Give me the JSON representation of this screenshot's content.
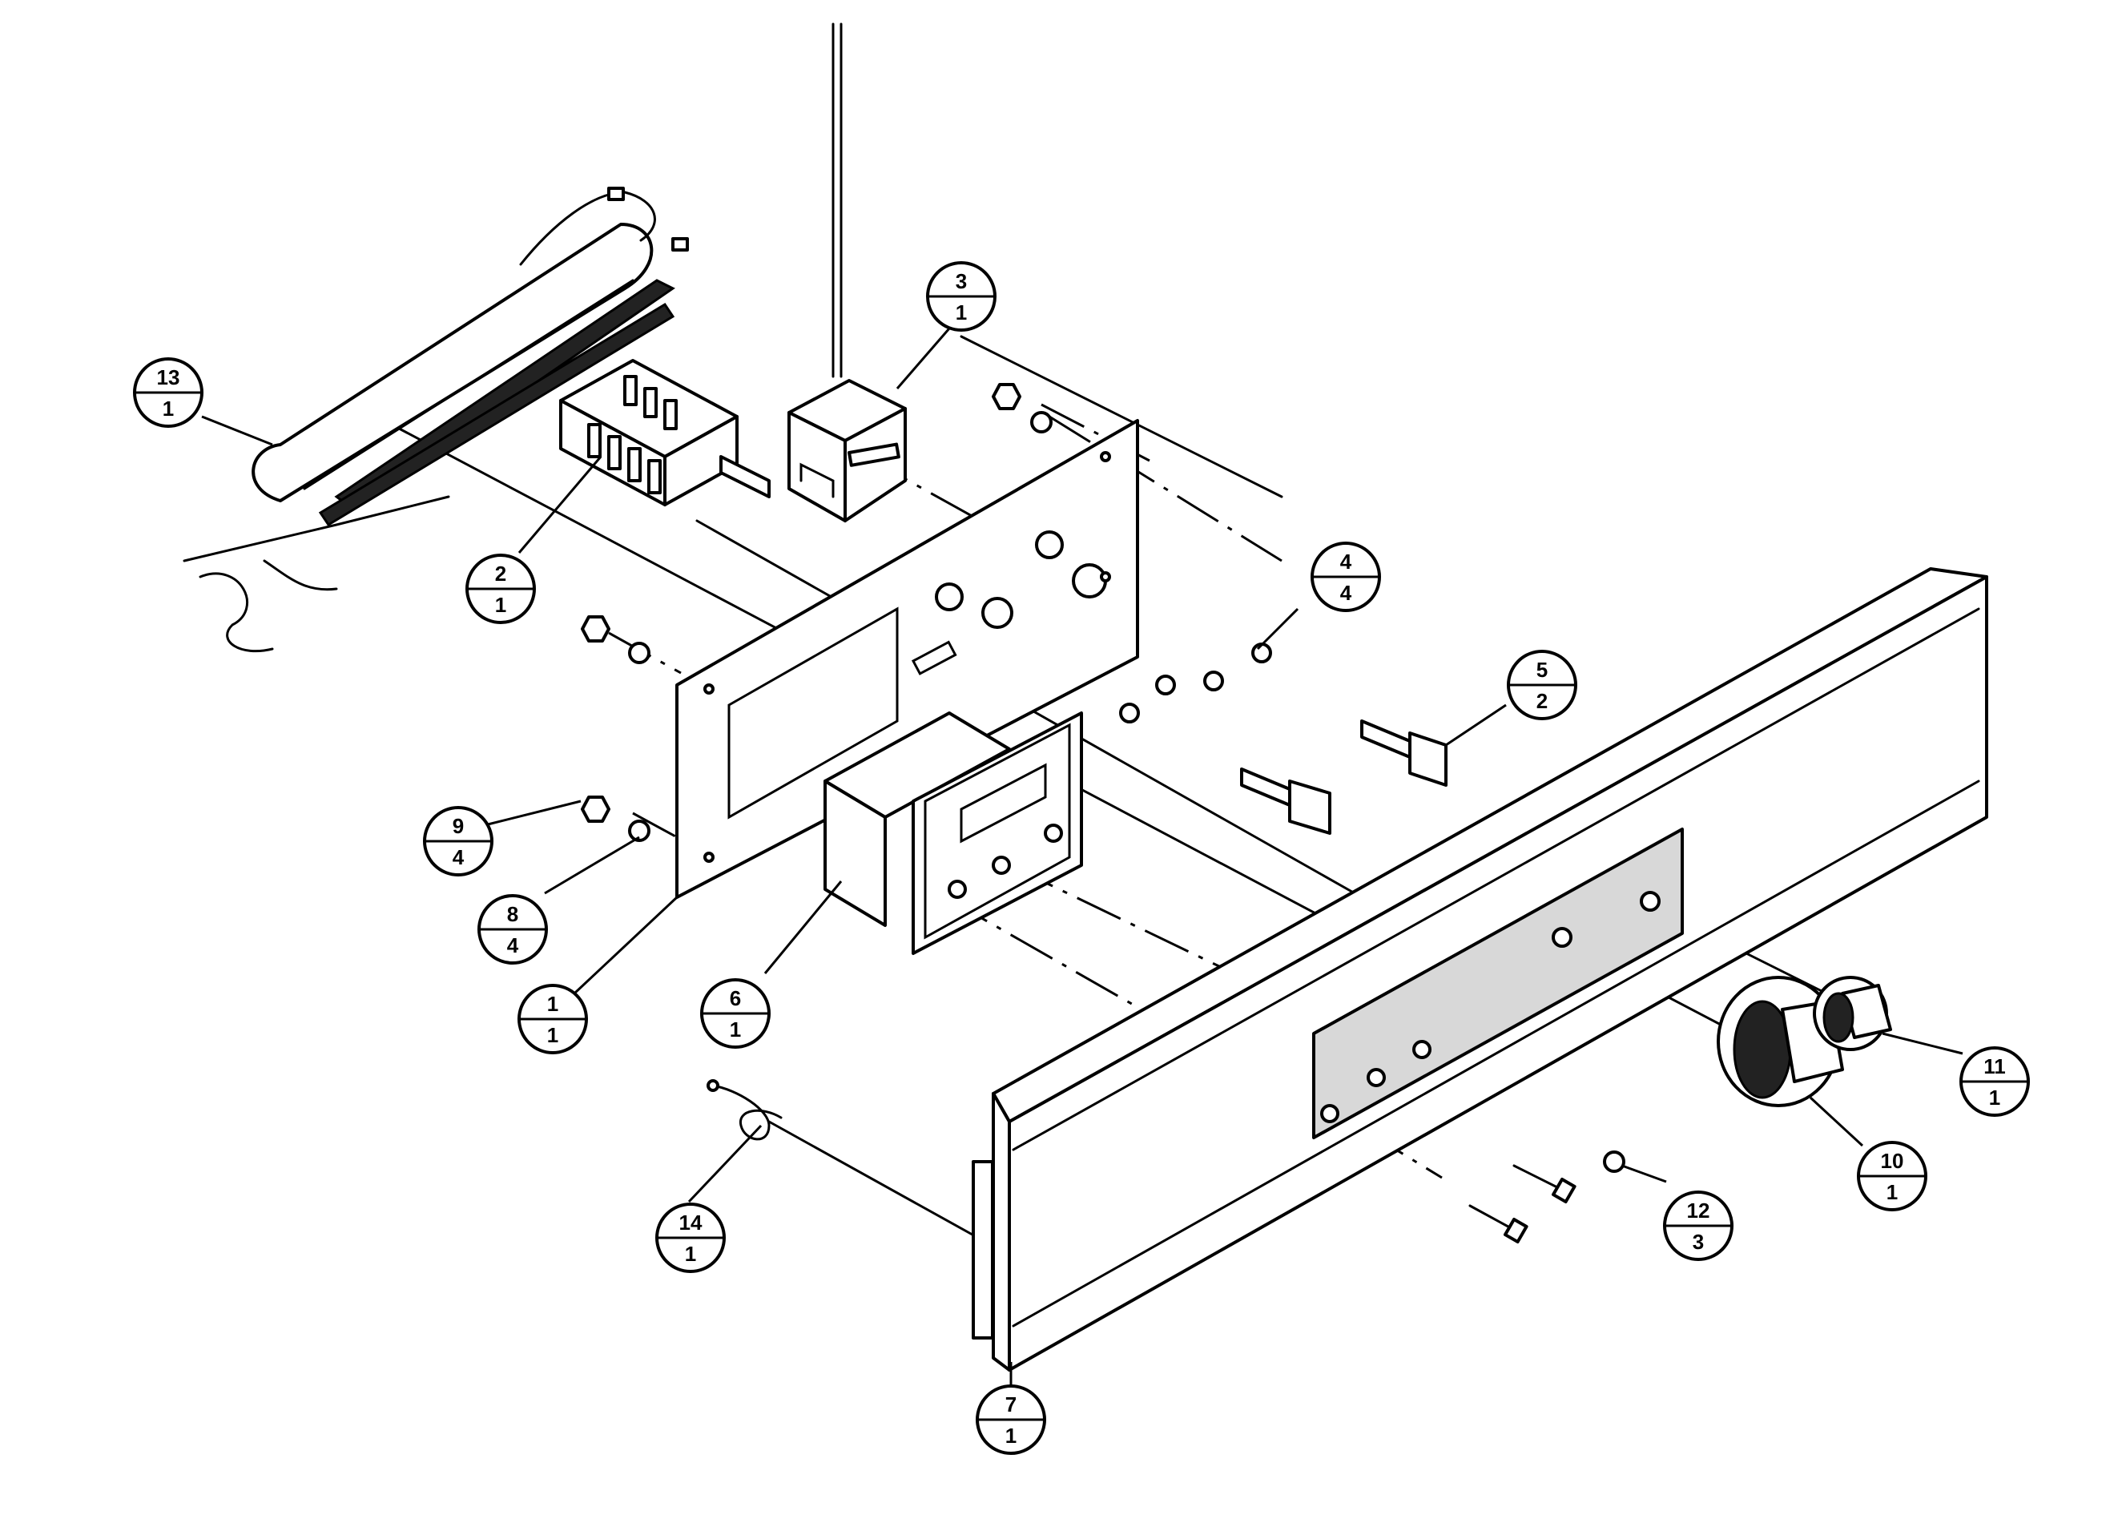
{
  "callouts": [
    {
      "id": "c13",
      "top": "13",
      "bottom": "1"
    },
    {
      "id": "c2",
      "top": "2",
      "bottom": "1"
    },
    {
      "id": "c3",
      "top": "3",
      "bottom": "1"
    },
    {
      "id": "c4",
      "top": "4",
      "bottom": "4"
    },
    {
      "id": "c5",
      "top": "5",
      "bottom": "2"
    },
    {
      "id": "c9",
      "top": "9",
      "bottom": "4"
    },
    {
      "id": "c8",
      "top": "8",
      "bottom": "4"
    },
    {
      "id": "c1",
      "top": "1",
      "bottom": "1"
    },
    {
      "id": "c6",
      "top": "6",
      "bottom": "1"
    },
    {
      "id": "c7",
      "top": "7",
      "bottom": "1"
    },
    {
      "id": "c14",
      "top": "14",
      "bottom": "1"
    },
    {
      "id": "c12",
      "top": "12",
      "bottom": "3"
    },
    {
      "id": "c10",
      "top": "10",
      "bottom": "1"
    },
    {
      "id": "c11",
      "top": "11",
      "bottom": "1"
    }
  ]
}
